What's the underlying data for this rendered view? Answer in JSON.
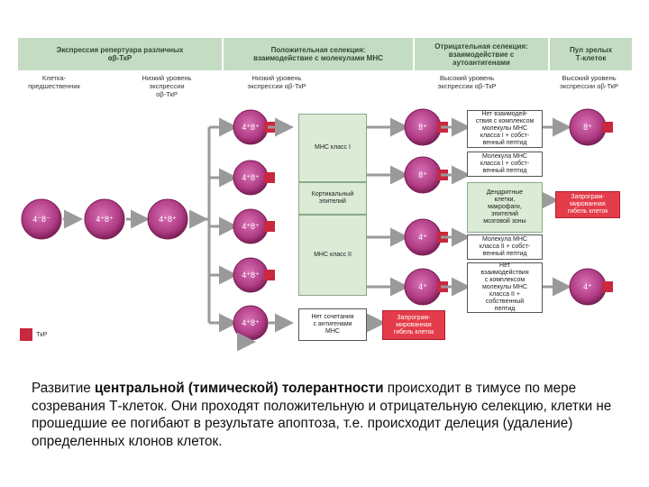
{
  "headers": [
    "Экспрессия репертуара различных\nαβ-ТкР",
    "Положительная селекция:\nвзаимодействие с молекулами МНС",
    "Отрицательная селекция:\nвзаимодействие с\nаутоантигенами",
    "Пул зрелых\nТ-клеток"
  ],
  "stage_labels": [
    "Клетка-\nпредшественник",
    "Низкий уровень\nэкспрессии\nαβ-ТкР",
    "Низкий уровень\nэкспрессии αβ-ТкР",
    "Высокий уровень\nэкспрессии αβ-ТкР",
    "Высокий уровень\nэкспрессии αβ-ТкР"
  ],
  "cells": {
    "precursor": "4⁻8⁻",
    "dp1": "4⁺8⁺",
    "dp2": "4⁺8⁺",
    "pos": [
      "4⁺8⁺",
      "4⁺8⁺",
      "4⁺8⁺",
      "4⁺8⁺",
      "4⁺8⁺"
    ],
    "neg": [
      "8⁺",
      "8⁺",
      "4⁺",
      "4⁺"
    ],
    "mature": [
      "8⁺",
      "4⁺"
    ]
  },
  "center_column": {
    "mhc1": "МНС класс I",
    "epithelium": "Кортикальный\nэпителий",
    "mhc2": "МНС класс II"
  },
  "neg_boxes": [
    "Нет взаимодей-\nствия с комплексом\nмолекулы МНС\nкласса I + собст-\nвенный пептид",
    "Молекула МНС\nкласса I + собст-\nвенный пептид",
    "Дендритные\nклетки,\nмакрофаги,\nэпителий\nмозговой зоны",
    "Молекула МНС\nкласса II + собст-\nвенный пептид",
    "Нет\nвзаимодействия\nс комплексом\nмолекулы МНС\nкласса II +\nсобственный\nпептид"
  ],
  "no_mhc_box": "Нет сочетания\nс антигенами\nМНС",
  "death_box_1": "Запрограм-\nмированная\nгибель клеток",
  "death_box_2": "Запрограм-\nмированная\nгибель клеток",
  "legend": "ТкР",
  "caption": {
    "part1": "Развитие ",
    "bold": "центральной (тимической) толерантности",
    "part2": " происходит в тимусе по мере созревания Т-клеток. Они проходят положительную и отрицательную селекцию, клетки не прошедшие ее погибают в результате апоптоза, т.е. происходит делеция (удаление) определенных клонов клеток."
  },
  "colors": {
    "cell_fill": "#b03c85",
    "cell_dark": "#7a1f55",
    "receptor": "#c9283e",
    "header_bg": "#c4dcc4",
    "arrow": "#9a9a9a"
  }
}
